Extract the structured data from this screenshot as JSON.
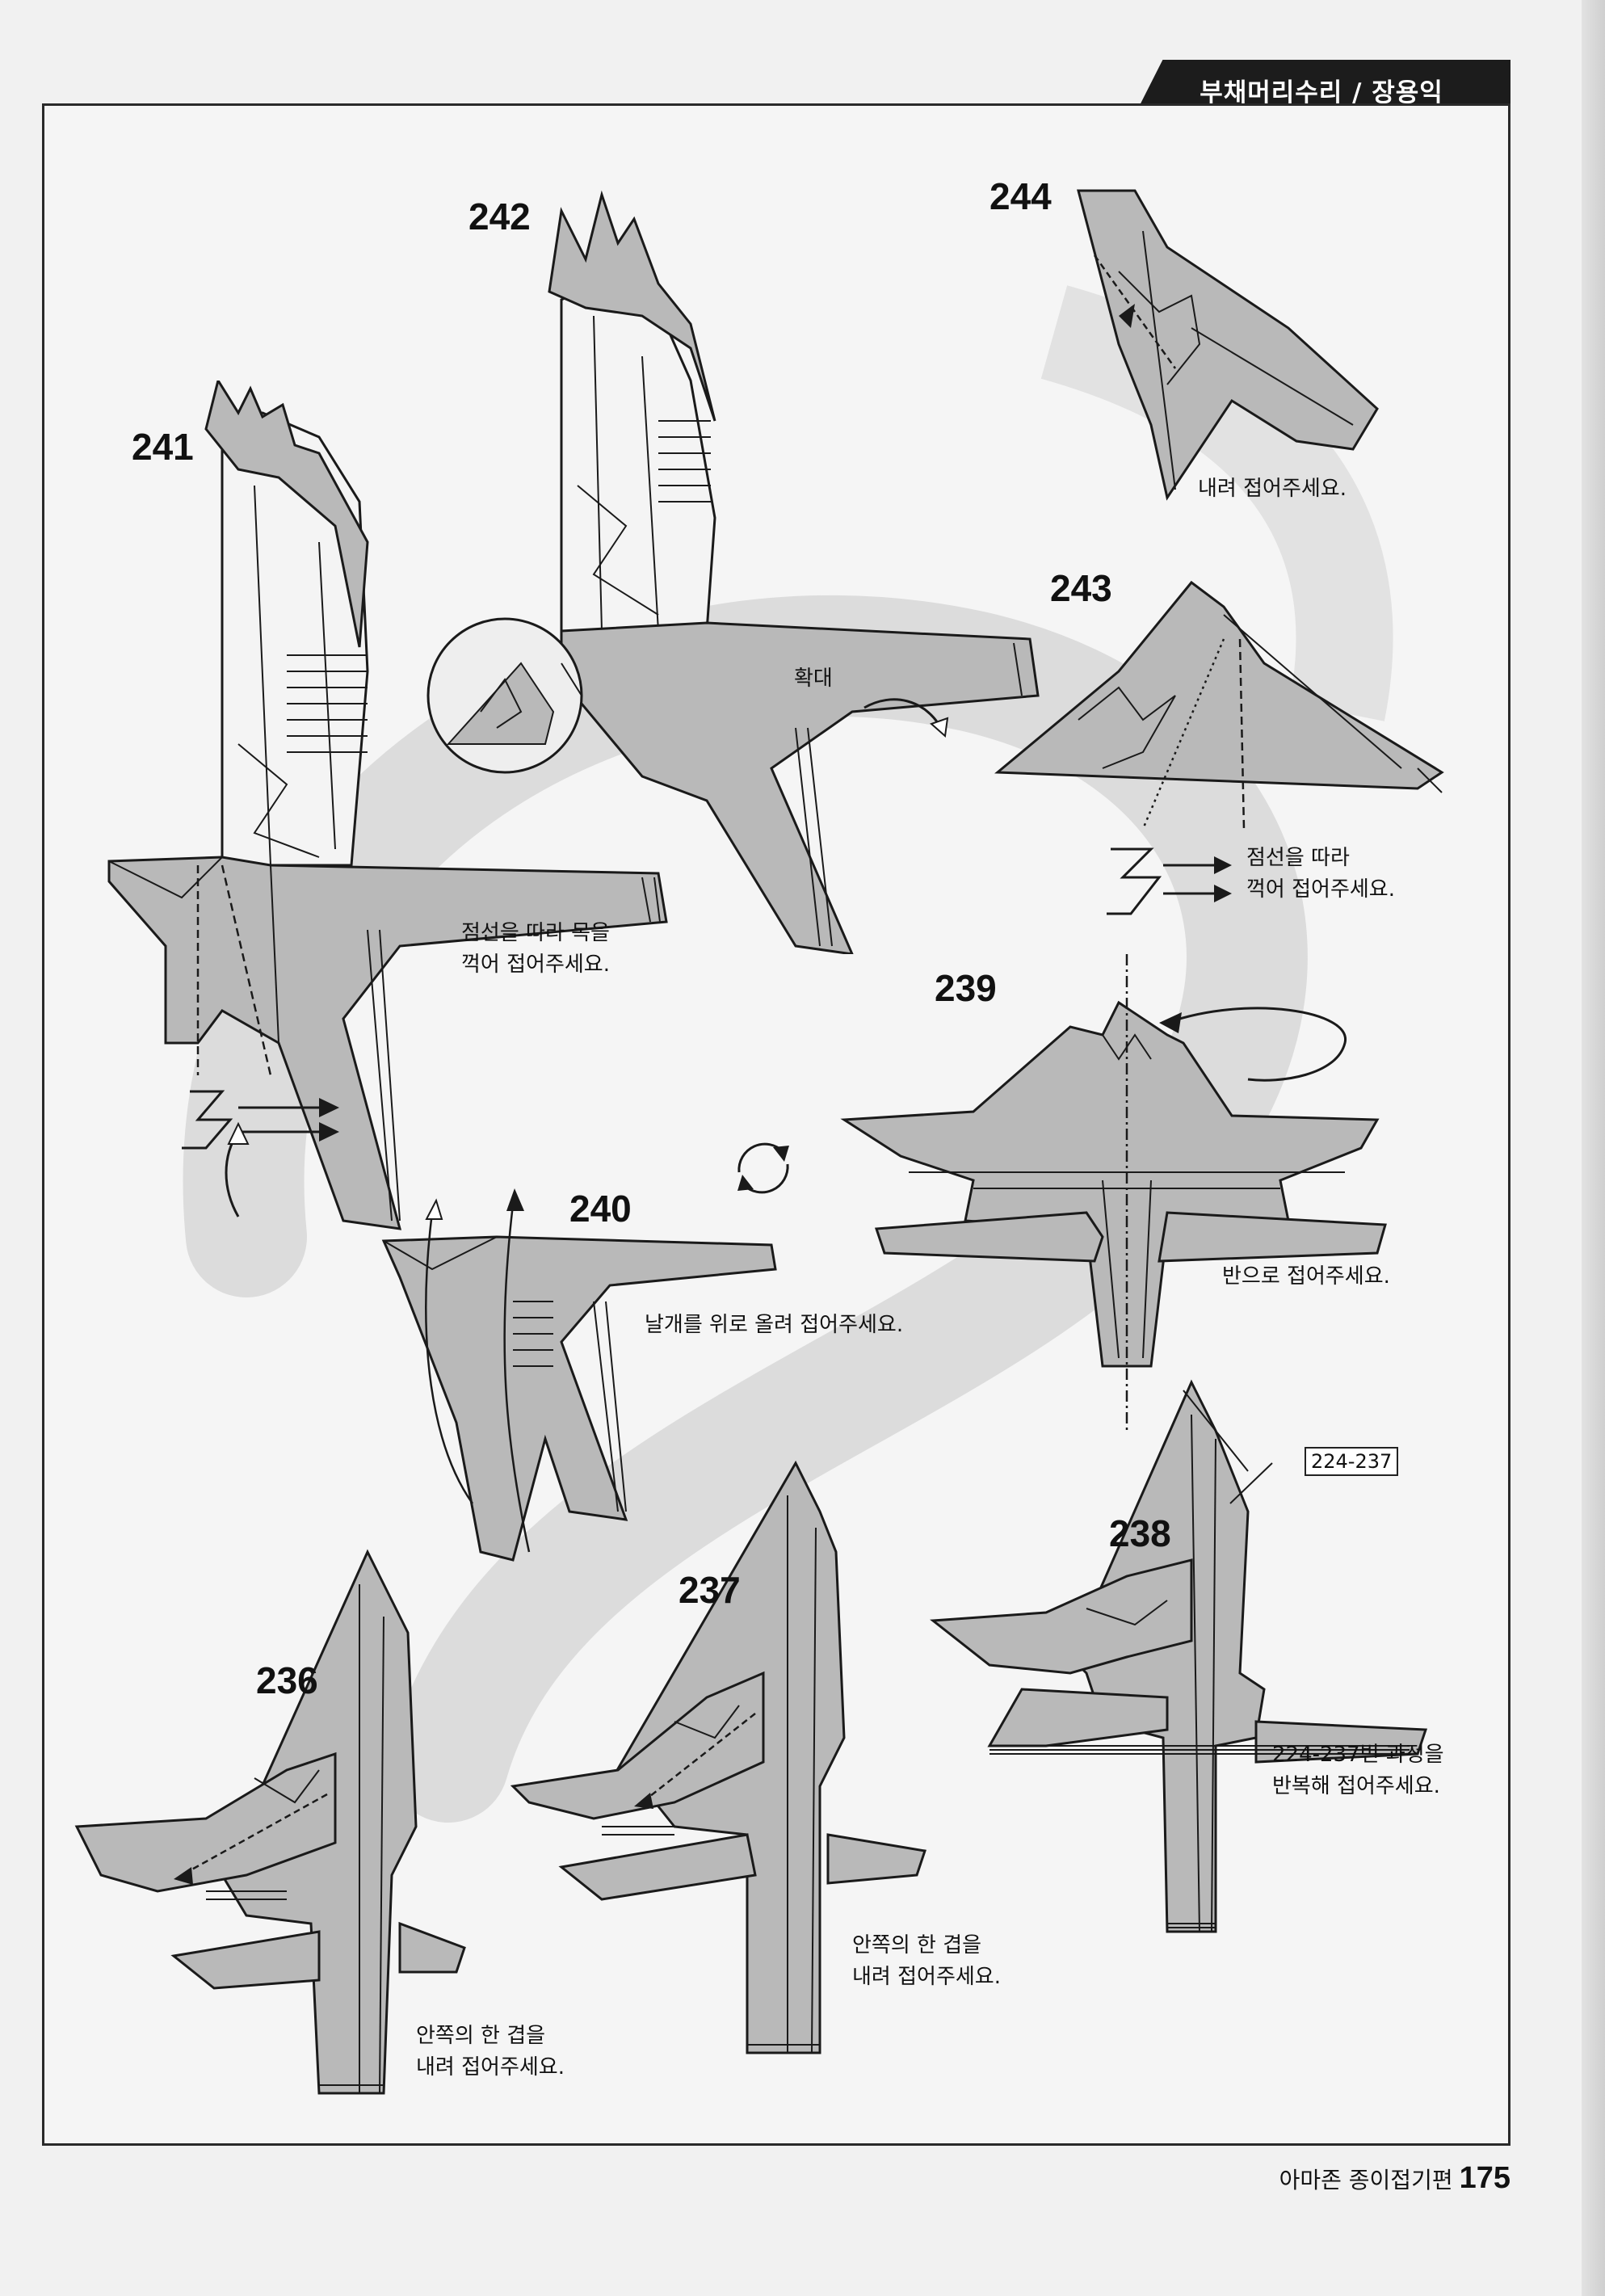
{
  "header": {
    "title": "부채머리수리 / 장용익"
  },
  "steps": [
    {
      "number": "241",
      "caption_lines": [
        "점선을 따라 목을",
        "꺽어 접어주세요."
      ]
    },
    {
      "number": "242",
      "caption_lines": [
        "확대"
      ]
    },
    {
      "number": "244",
      "caption_lines": [
        "내려 접어주세요."
      ]
    },
    {
      "number": "243",
      "caption_lines": [
        "점선을 따라",
        "꺽어 접어주세요."
      ]
    },
    {
      "number": "239",
      "caption_lines": [
        "반으로 접어주세요."
      ]
    },
    {
      "number": "240",
      "caption_lines": [
        "날개를 위로 올려 접어주세요."
      ]
    },
    {
      "number": "238",
      "caption_lines": [
        "224-237번 과정을",
        "반복해 접어주세요."
      ],
      "ref": "224-237"
    },
    {
      "number": "237",
      "caption_lines": [
        "안쪽의 한 겹을",
        "내려 접어주세요."
      ]
    },
    {
      "number": "236",
      "caption_lines": [
        "안쪽의 한 겹을",
        "내려 접어주세요."
      ]
    }
  ],
  "footer": {
    "book_title": "아마존 종이접기편",
    "page_number": "175"
  },
  "colors": {
    "paper_gray": "#b9b9b9",
    "paper_white": "#f4f4f4",
    "line": "#1a1a1a",
    "header_bg": "#1c1c1c"
  }
}
